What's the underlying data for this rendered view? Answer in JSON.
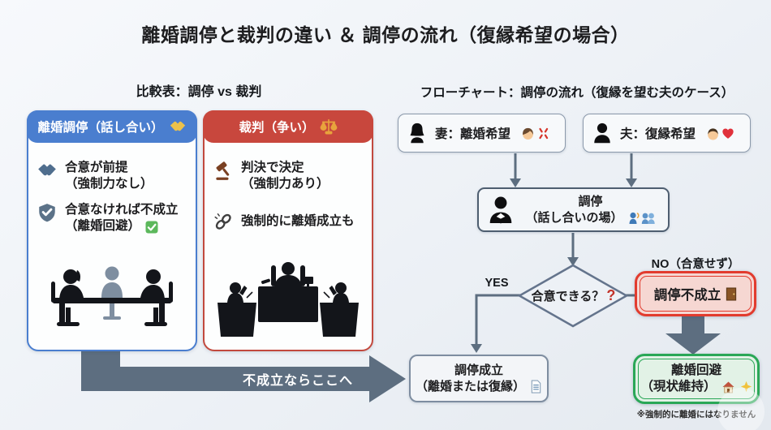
{
  "title": "離婚調停と裁判の違い ＆ 調停の流れ（復縁希望の場合）",
  "comparison": {
    "heading": "比較表：調停 vs 裁判",
    "mediation_card": {
      "header": "離婚調停（話し合い）",
      "header_icon": "handshake-icon",
      "items": [
        {
          "icon": "handshake-icon",
          "line1": "合意が前提",
          "line2": "（強制力なし）"
        },
        {
          "icon": "shield-check-icon",
          "line1": "合意なければ不成立",
          "line2": "（離婚回避）"
        }
      ],
      "scene": "mediation-table-silhouette"
    },
    "trial_card": {
      "header": "裁判（争い）",
      "header_icon": "scales-icon",
      "items": [
        {
          "icon": "gavel-icon",
          "line1": "判決で決定",
          "line2": "（強制力あり）"
        },
        {
          "icon": "chain-icon",
          "line1": "強制的に離婚成立も",
          "line2": ""
        }
      ],
      "scene": "courtroom-silhouette"
    },
    "fail_arrow_label": "不成立ならここへ"
  },
  "flowchart": {
    "heading": "フローチャート：調停の流れ（復縁を望む夫のケース）",
    "wife_label": "妻：離婚希望",
    "husband_label": "夫：復縁希望",
    "mediation_line1": "調停",
    "mediation_line2": "（話し合いの場）",
    "decision_label": "合意できる？",
    "decision_mark": "?",
    "yes_label": "YES",
    "no_label": "NO（合意せず）",
    "success_line1": "調停成立",
    "success_line2": "（離婚または復縁）",
    "fail_label": "調停不成立",
    "avoid_line1": "離婚回避",
    "avoid_line2": "（現状維持）",
    "note": "※強制的に離婚にはなりません"
  },
  "icons": {
    "handshake": "🤝",
    "scales": "⚖",
    "shield_check": "🛡✓",
    "green_check": "✅",
    "gavel": "🔨",
    "chain": "⛓",
    "woman_silhouette": "👤",
    "man_silhouette": "👤",
    "woman_face": "👩",
    "anger": "💢",
    "man_face": "👨",
    "heart": "❤",
    "speech_people": "🗣👥",
    "question": "❓",
    "door": "🚪",
    "document": "📄",
    "house": "🏠",
    "sparkle": "✨"
  },
  "colors": {
    "accent_blue": "#4a7ecf",
    "accent_red": "#c8473d",
    "fail_red": "#e23b2e",
    "avoid_green": "#2aa757",
    "arrow_gray": "#5d6e80"
  }
}
